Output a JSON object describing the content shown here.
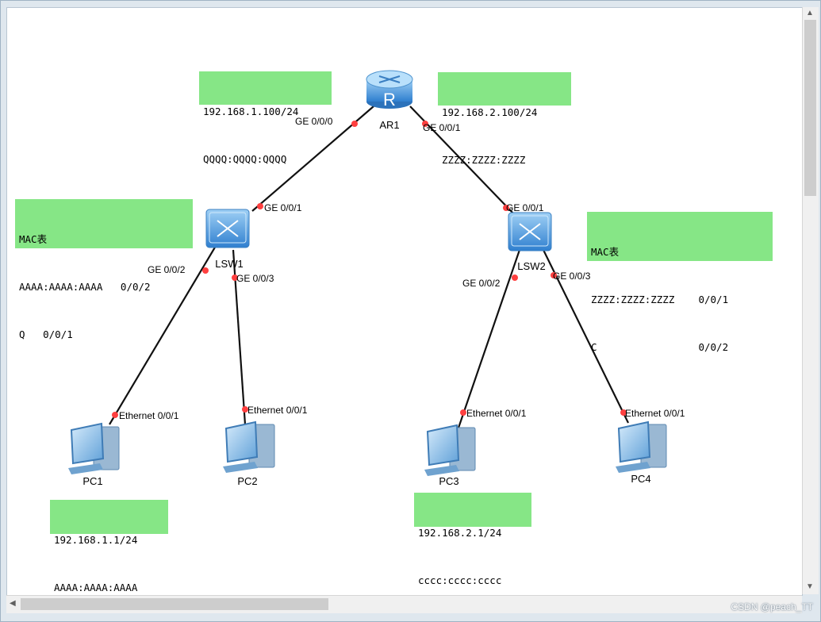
{
  "router": {
    "name": "AR1",
    "ports": {
      "left": "GE 0/0/0",
      "right": "GE 0/0/1"
    },
    "letter": "R"
  },
  "switches": [
    {
      "name": "LSW1",
      "uplink": "GE 0/0/1",
      "port_a": "GE 0/0/2",
      "port_b": "GE 0/0/3"
    },
    {
      "name": "LSW2",
      "uplink": "GE 0/0/1",
      "port_a": "GE 0/0/2",
      "port_b": "GE 0/0/3"
    }
  ],
  "pcs": [
    {
      "name": "PC1",
      "port": "Ethernet 0/0/1"
    },
    {
      "name": "PC2",
      "port": "Ethernet 0/0/1"
    },
    {
      "name": "PC3",
      "port": "Ethernet 0/0/1"
    },
    {
      "name": "PC4",
      "port": "Ethernet 0/0/1"
    }
  ],
  "notes": {
    "ar1_left": {
      "line1": "192.168.1.100/24",
      "line2": "QQQQ:QQQQ:QQQQ"
    },
    "ar1_right": {
      "line1": "192.168.2.100/24",
      "line2": "ZZZZ:ZZZZ:ZZZZ"
    },
    "lsw1_mac": {
      "title": "MAC表",
      "row1": "AAAA:AAAA:AAAA   0/0/2",
      "row2": "Q   0/0/1"
    },
    "lsw2_mac": {
      "title": "MAC表",
      "row1": "ZZZZ:ZZZZ:ZZZZ    0/0/1",
      "row2": "C                 0/0/2"
    },
    "pc1": {
      "line1": "192.168.1.1/24",
      "line2": "AAAA:AAAA:AAAA"
    },
    "pc3": {
      "line1": "192.168.2.1/24",
      "line2": "cccc:cccc:cccc"
    }
  },
  "watermark": "CSDN @peach_TT",
  "colors": {
    "note_bg": "#86e686",
    "port_dot": "#ff4040",
    "link": "#111111",
    "device": "#4a90d9"
  }
}
